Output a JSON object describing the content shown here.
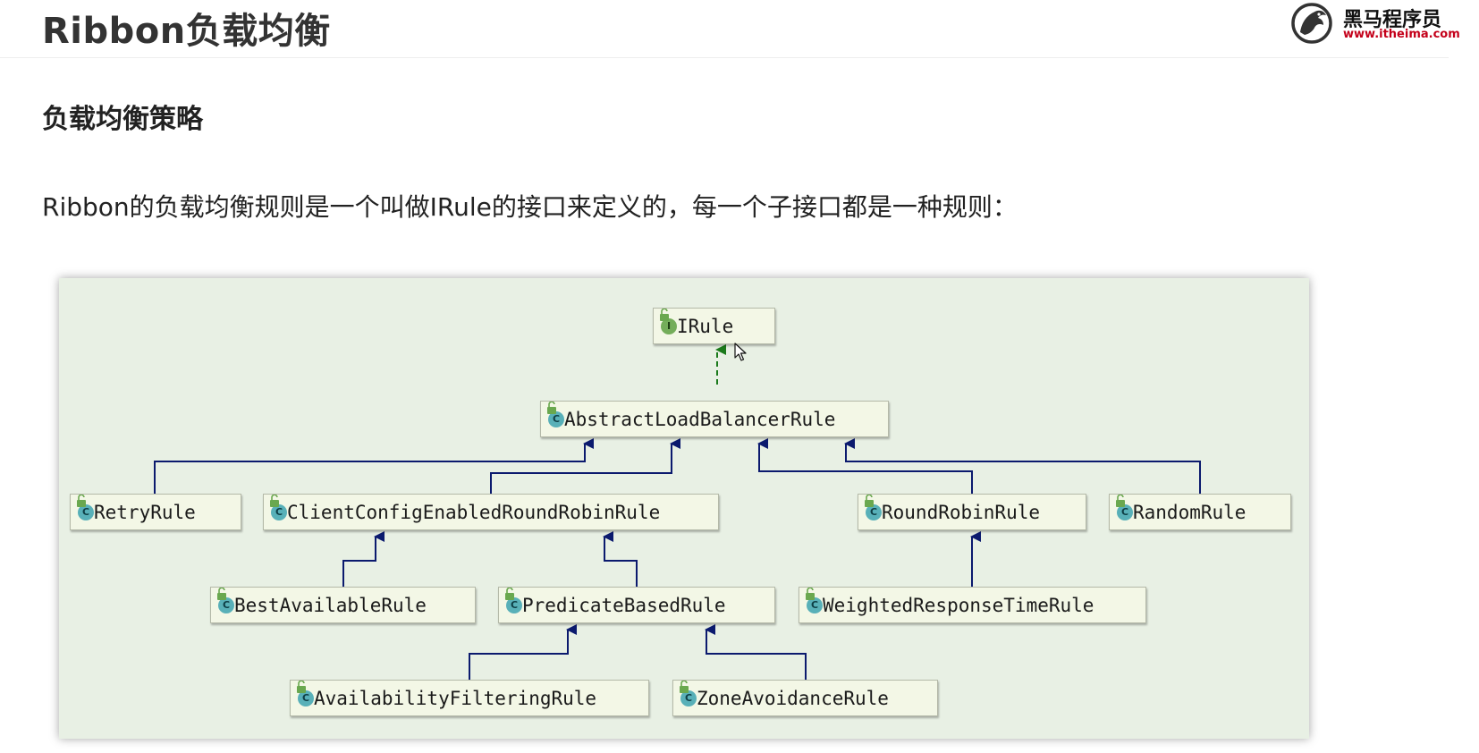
{
  "header": {
    "title": "Ribbon负载均衡",
    "logo_cn": "黑马程序员",
    "logo_url": "www.itheima.com"
  },
  "section": {
    "heading": "负载均衡策略",
    "intro": "Ribbon的负载均衡规则是一个叫做IRule的接口来定义的，每一个子接口都是一种规则："
  },
  "diagram": {
    "nodes": {
      "irule": {
        "name": "IRule",
        "kind": "interface",
        "badge": "I"
      },
      "abstract_lb": {
        "name": "AbstractLoadBalancerRule",
        "kind": "abstract-class",
        "badge": "C"
      },
      "retry": {
        "name": "RetryRule",
        "kind": "class",
        "badge": "C"
      },
      "client_config": {
        "name": "ClientConfigEnabledRoundRobinRule",
        "kind": "class",
        "badge": "C"
      },
      "round_robin": {
        "name": "RoundRobinRule",
        "kind": "class",
        "badge": "C"
      },
      "random": {
        "name": "RandomRule",
        "kind": "class",
        "badge": "C"
      },
      "best_available": {
        "name": "BestAvailableRule",
        "kind": "class",
        "badge": "C"
      },
      "predicate_based": {
        "name": "PredicateBasedRule",
        "kind": "abstract-class",
        "badge": "C"
      },
      "weighted": {
        "name": "WeightedResponseTimeRule",
        "kind": "class",
        "badge": "C"
      },
      "availability": {
        "name": "AvailabilityFilteringRule",
        "kind": "class",
        "badge": "C"
      },
      "zone_avoidance": {
        "name": "ZoneAvoidanceRule",
        "kind": "class",
        "badge": "C"
      }
    },
    "relations": [
      {
        "from": "abstract_lb",
        "to": "irule",
        "type": "implements"
      },
      {
        "from": "retry",
        "to": "abstract_lb",
        "type": "extends"
      },
      {
        "from": "client_config",
        "to": "abstract_lb",
        "type": "extends"
      },
      {
        "from": "round_robin",
        "to": "abstract_lb",
        "type": "extends"
      },
      {
        "from": "random",
        "to": "abstract_lb",
        "type": "extends"
      },
      {
        "from": "best_available",
        "to": "client_config",
        "type": "extends"
      },
      {
        "from": "predicate_based",
        "to": "client_config",
        "type": "extends"
      },
      {
        "from": "weighted",
        "to": "round_robin",
        "type": "extends"
      },
      {
        "from": "availability",
        "to": "predicate_based",
        "type": "extends"
      },
      {
        "from": "zone_avoidance",
        "to": "predicate_based",
        "type": "extends"
      }
    ],
    "colors": {
      "panel_background": "#e8f0e4",
      "node_background": "#f3f7e6",
      "extends_edge": "#0b1a6e",
      "implements_edge": "#1b7a1b",
      "class_badge": "#58b0b8",
      "interface_badge": "#74ad5a"
    }
  }
}
